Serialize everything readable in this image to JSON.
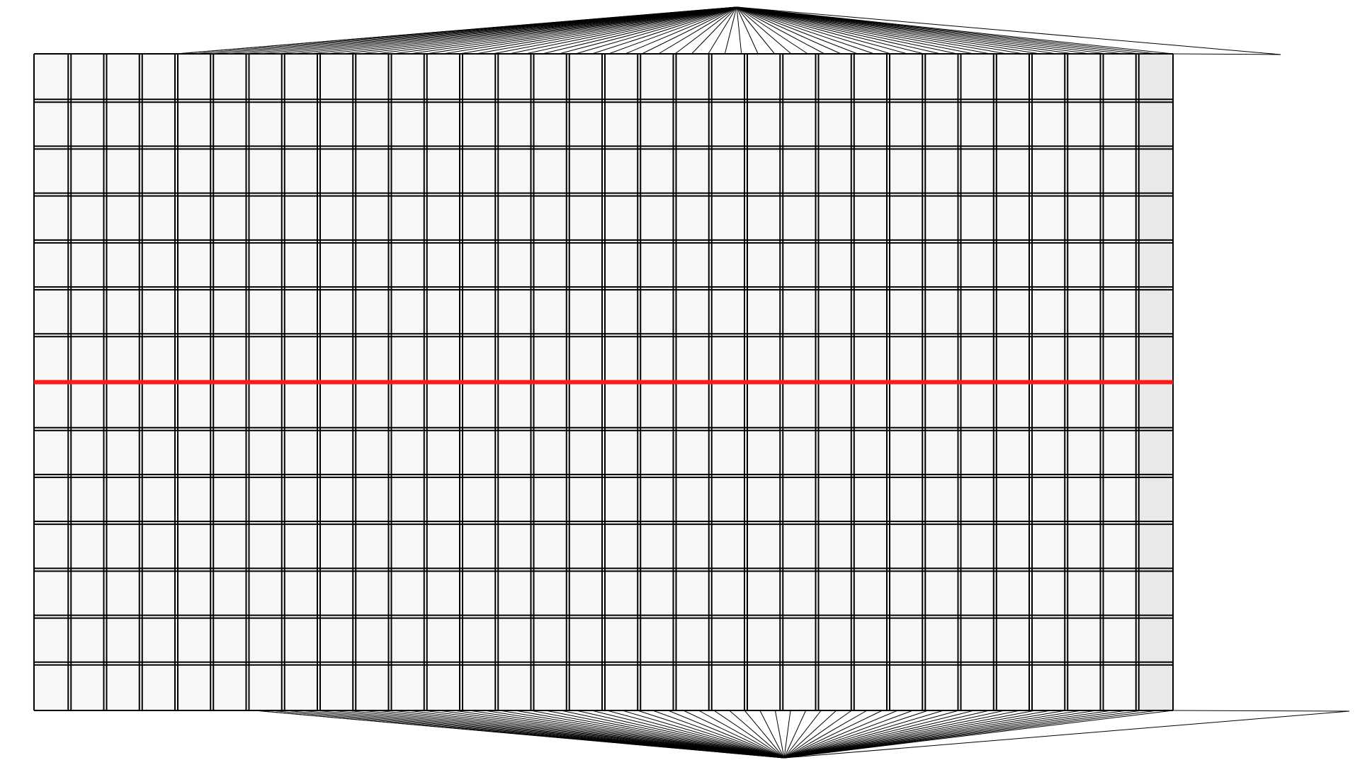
{
  "diagram": {
    "kind": "mesh-grid",
    "grid": {
      "columns": 32,
      "rows": 14,
      "double_lines": true,
      "cell_color": "#f7f7f7",
      "last_column_color": "#e9e9e9",
      "line_color": "#000000"
    },
    "selected_row_line": {
      "index": 7,
      "color": "#ff1a1a"
    },
    "fans": [
      {
        "name": "top-fan",
        "edge": "top"
      },
      {
        "name": "bottom-fan",
        "edge": "bottom"
      }
    ],
    "background_color": "#ffffff"
  }
}
